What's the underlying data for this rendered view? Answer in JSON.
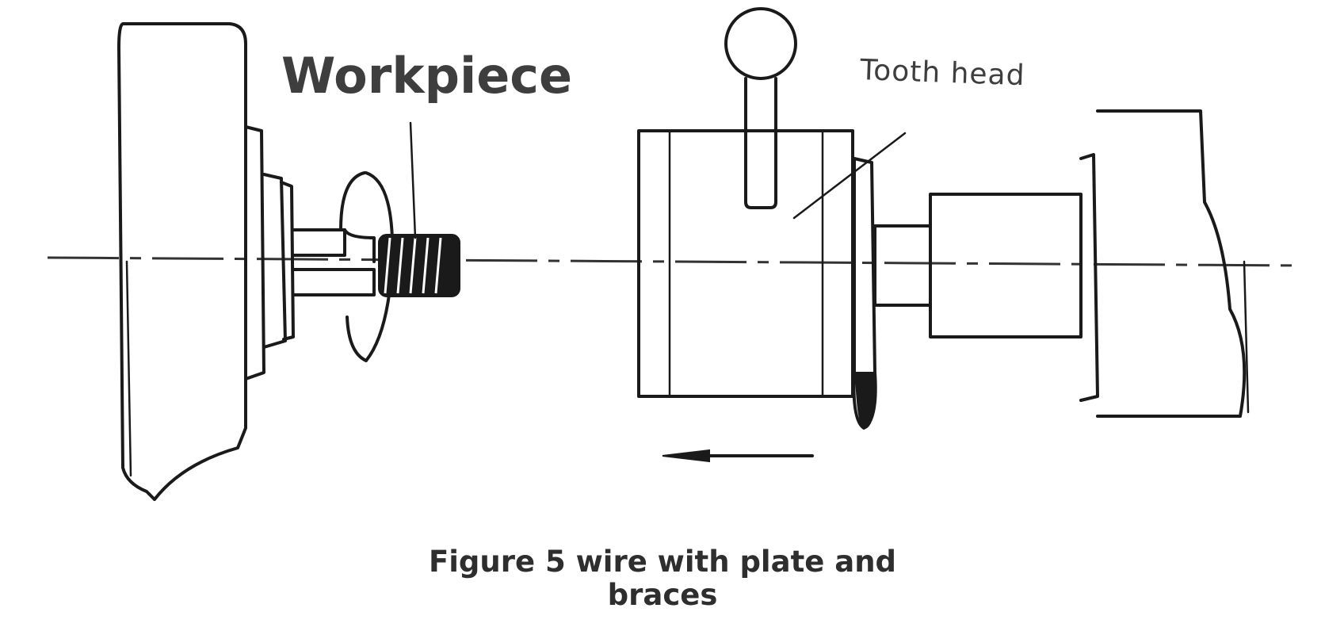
{
  "labels": {
    "workpiece": "Workpiece",
    "tooth_head": "Tooth head"
  },
  "caption": {
    "line1": "Figure 5 wire with plate and",
    "line2": "braces"
  },
  "colors": {
    "ink": "#1a1a1a",
    "label_text": "#3e3e3e",
    "background": "#ffffff"
  }
}
